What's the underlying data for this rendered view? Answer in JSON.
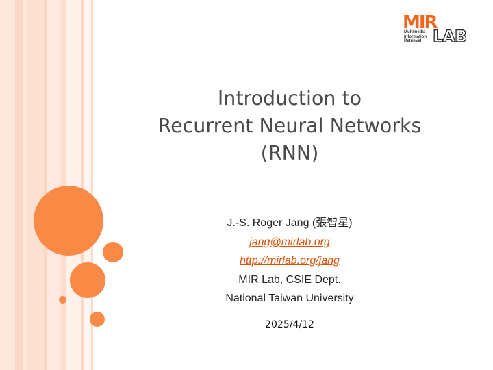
{
  "logo": {
    "mark": "MIR",
    "lab": "LAB",
    "subtitle_lines": [
      "Multimedia",
      "Information",
      "Retrieval"
    ]
  },
  "title": {
    "lines": [
      "Introduction to",
      "Recurrent Neural Networks",
      "(RNN)"
    ]
  },
  "author": {
    "name": "J.-S. Roger Jang (張智星)",
    "email": "jang@mirlab.org",
    "url": "http://mirlab.org/jang",
    "dept": "MIR Lab, CSIE Dept.",
    "university": "National Taiwan University"
  },
  "date": "2025/4/12",
  "colors": {
    "accent": "#f98a45",
    "stripe": "#fbd3bf",
    "link": "#d9540b"
  }
}
